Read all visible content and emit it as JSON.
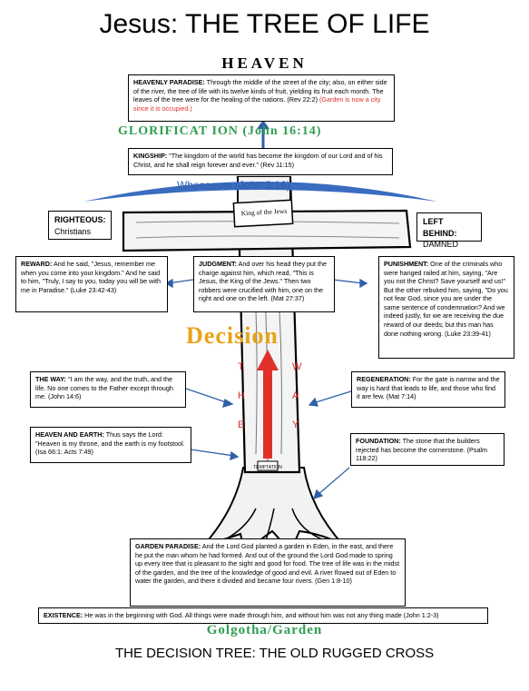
{
  "title": "Jesus: THE TREE OF LIFE",
  "heaven": "HEAVEN",
  "heavenly_paradise": {
    "label": "HEAVENLY PARADISE:",
    "text": " Through the middle of the street of the city; also, on either side of the river, the tree of life with its twelve kinds of fruit, yielding its fruit each month. The leaves of the tree were for the healing of the nations. (Rev 22:2) ",
    "note": "(Garden is now a city since it is occupied.)"
  },
  "glorification": "GLORIFICAT   ION (John 16:14)",
  "kingship": {
    "label": "KINGSHIP:",
    "text": " \"The kingdom of the world has become the kingdom of our Lord and of his Christ, and he shall reign forever and ever.\" (Rev 11:15)"
  },
  "whosoever": "Whosoever      (John 3:16)",
  "sign": "King of the Jews",
  "righteous": {
    "label": "RIGHTEOUS:",
    "text": "Christians"
  },
  "left_behind": {
    "label": "LEFT BEHIND:",
    "text": "DAMNED"
  },
  "reward": {
    "label": "REWARD:",
    "text": " And he said, \"Jesus, remember me when you come into your kingdom.\" And he said to him, \"Truly, I say to you, today you will be with me in Paradise.\" (Luke 23:42-43)"
  },
  "judgment": {
    "label": "JUDGMENT:",
    "text": " And over his head they put the charge against him, which read, \"This is Jesus, the King of the Jews.\" Then two robbers were crucified with him, one on the right and one on the left. (Mat 27:37)"
  },
  "punishment": {
    "label": "PUNISHMENT:",
    "text": " One of the criminals who were hanged railed at him, saying, \"Are you not the Christ? Save yourself and us!\" But the other rebuked him, saying, \"Do you not fear God, since you are under the same sentence of condemnation? And we indeed justly, for we are receiving the due reward of our deeds; but this man has done nothing wrong. (Luke 23:39-41)"
  },
  "decision": "Decision",
  "the_way_letters_left": [
    "T",
    "H",
    "E"
  ],
  "the_way_letters_right": [
    "W",
    "A",
    "Y"
  ],
  "the_way": {
    "label": "THE WAY:",
    "text": " \"I am the way, and the truth, and the life. No one comes to the Father except through me. (John 14:6)"
  },
  "regeneration": {
    "label": "REGENERATION:",
    "text": " For the gate is narrow and the way is hard that leads to life, and those who find it are few. (Mat 7:14)"
  },
  "heaven_and_earth": {
    "label": "HEAVEN AND EARTH:",
    "text": " Thus says the Lord: \"Heaven is my throne, and the earth is my footstool. (Isa 66:1: Acts 7:49)"
  },
  "foundation": {
    "label": "FOUNDATION:",
    "text": " The stone that the builders rejected has become the cornerstone. (Psalm 118:22)"
  },
  "garden_paradise": {
    "label": "GARDEN PARADISE:",
    "text": " And the Lord God planted a garden in Eden, in the east, and there he put the man whom he had formed. And out of the ground the Lord God made to spring up every tree that is pleasant to the sight and good for food. The tree of life was in the midst of the garden, and the tree of the knowledge of good and evil. A river flowed out of Eden to water the garden, and there it divided and became four rivers. (Gen 1:8-10)"
  },
  "existence": {
    "label": "EXISTENCE:",
    "text": " He was in the beginning with God. All things were made through him, and without him was not any thing made  (John 1:2-3)"
  },
  "golgotha": "Golgotha/Garden",
  "footer": "THE DECISION TREE: THE OLD RUGGED CROSS",
  "colors": {
    "green": "#2e9e4f",
    "blue": "#2f5fa8",
    "gold": "#e8a317",
    "red": "#e0302a"
  }
}
